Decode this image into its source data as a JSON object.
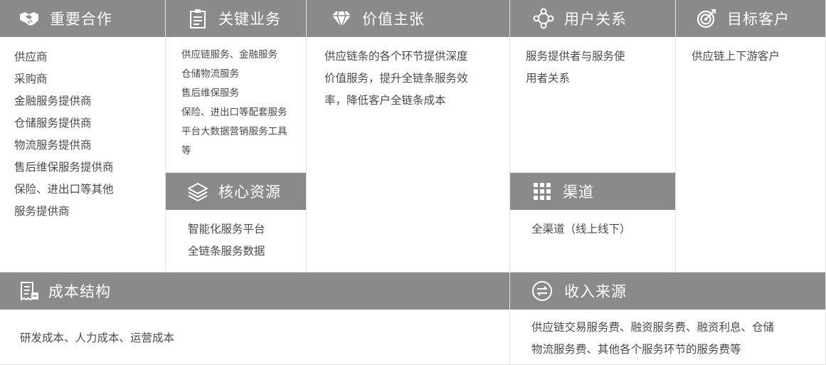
{
  "partners": {
    "title": "重要合作",
    "icon": "handshake-icon",
    "items": [
      "供应商",
      "采购商",
      "金融服务提供商",
      "仓储服务提供商",
      "物流服务提供商",
      "售后维保服务提供商",
      "保险、进出口等其他",
      "服务提供商"
    ]
  },
  "activities": {
    "title": "关键业务",
    "icon": "clipboard-icon",
    "items": [
      "供应链服务、金融服务",
      "仓储物流服务",
      "售后维保服务",
      "保险、进出口等配套服务",
      "平台大数据营销服务工具",
      "等"
    ]
  },
  "value": {
    "title": "价值主张",
    "icon": "diamond-icon",
    "items": [
      "供应链条的各个环节提供深度",
      "价值服务，提升全链条服务效",
      "率，降低客户全链条成本"
    ]
  },
  "relationships": {
    "title": "用户关系",
    "icon": "network-icon",
    "items": [
      "服务提供者与服务使",
      "用者关系"
    ]
  },
  "segments": {
    "title": "目标客户",
    "icon": "target-icon",
    "items": [
      "供应链上下游客户"
    ]
  },
  "resources": {
    "title": "核心资源",
    "icon": "layers-icon",
    "items": [
      "智能化服务平台",
      "全链条服务数据"
    ]
  },
  "channels": {
    "title": "渠道",
    "icon": "grid-icon",
    "items": [
      "全渠道（线上线下）"
    ]
  },
  "cost": {
    "title": "成本结构",
    "icon": "receipt-icon",
    "items": [
      "研发成本、人力成本、运营成本"
    ]
  },
  "revenue": {
    "title": "收入来源",
    "icon": "exchange-icon",
    "items": [
      "供应链交易服务费、融资服务费、融资利息、仓储",
      "物流服务费、其他各个服务环节的服务费等"
    ]
  }
}
